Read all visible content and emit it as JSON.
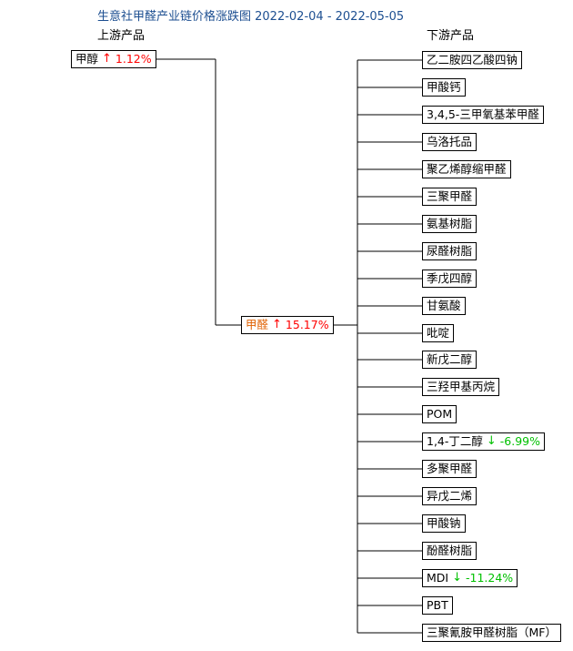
{
  "title": "生意社甲醛产业链价格涨跌图 2022-02-04 - 2022-05-05",
  "header": {
    "upstream": "上游产品",
    "downstream": "下游产品"
  },
  "upstream": {
    "name": "甲醇",
    "arrow": "↑",
    "change": "1.12%",
    "direction": "up"
  },
  "center": {
    "name": "甲醛",
    "arrow": "↑",
    "change": "15.17%",
    "direction": "up"
  },
  "downstream": [
    {
      "name": "乙二胺四乙酸四钠"
    },
    {
      "name": "甲酸钙"
    },
    {
      "name": "3,4,5-三甲氧基苯甲醛"
    },
    {
      "name": "乌洛托品"
    },
    {
      "name": "聚乙烯醇缩甲醛"
    },
    {
      "name": "三聚甲醛"
    },
    {
      "name": "氨基树脂"
    },
    {
      "name": "尿醛树脂"
    },
    {
      "name": "季戊四醇"
    },
    {
      "name": "甘氨酸"
    },
    {
      "name": "吡啶"
    },
    {
      "name": "新戊二醇"
    },
    {
      "name": "三羟甲基丙烷"
    },
    {
      "name": "POM"
    },
    {
      "name": "1,4-丁二醇",
      "arrow": "↓",
      "change": "-6.99%",
      "direction": "down"
    },
    {
      "name": "多聚甲醛"
    },
    {
      "name": "异戊二烯"
    },
    {
      "name": "甲酸钠"
    },
    {
      "name": "酚醛树脂"
    },
    {
      "name": "MDI",
      "arrow": "↓",
      "change": "-11.24%",
      "direction": "down"
    },
    {
      "name": "PBT"
    },
    {
      "name": "三聚氰胺甲醛树脂（MF）"
    }
  ],
  "colors": {
    "title": "#1d4f91",
    "up": "#ff0000",
    "down": "#00c000",
    "center_name": "#e06000",
    "line": "#000000"
  }
}
